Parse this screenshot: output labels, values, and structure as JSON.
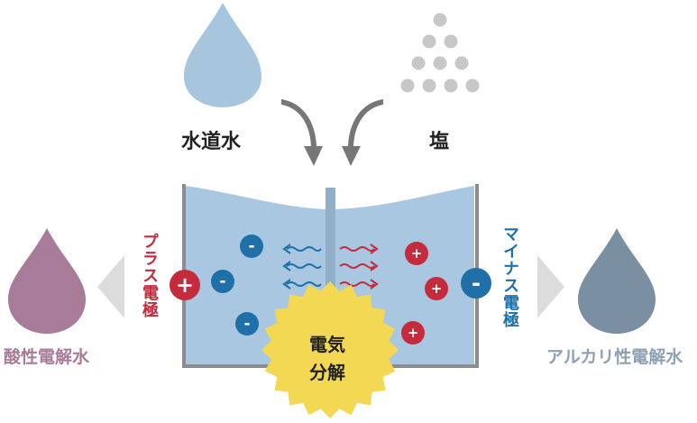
{
  "labels": {
    "tap_water": "水道水",
    "salt": "塩",
    "electrolysis_line1": "電気",
    "electrolysis_line2": "分解",
    "plus_electrode": "プラス電極",
    "minus_electrode": "マイナス電極",
    "acidic_water": "酸性電解水",
    "alkaline_water": "アルカリ性電解水"
  },
  "symbols": {
    "plus": "+",
    "minus": "-"
  },
  "colors": {
    "tap_water_drop": "#a7c6de",
    "salt_dots": "#c7c7c7",
    "water_fill": "#a9c7e1",
    "tank_wall": "#8c8c8c",
    "flow_arrow": "#777777",
    "burst": "#f3d854",
    "plus": "#c42c3e",
    "minus": "#1f6fa8",
    "acidic_drop": "#a87b98",
    "alkaline_drop": "#7b8fa3",
    "chevron": "#dcdcdc",
    "label_dark": "#222222",
    "acidic_label": "#a87b98",
    "alkaline_label": "#8fa0b3"
  },
  "icons": [
    "water-drop-icon",
    "salt-dots-icon",
    "wavy-arrow-icon",
    "chevron-right-icon"
  ]
}
